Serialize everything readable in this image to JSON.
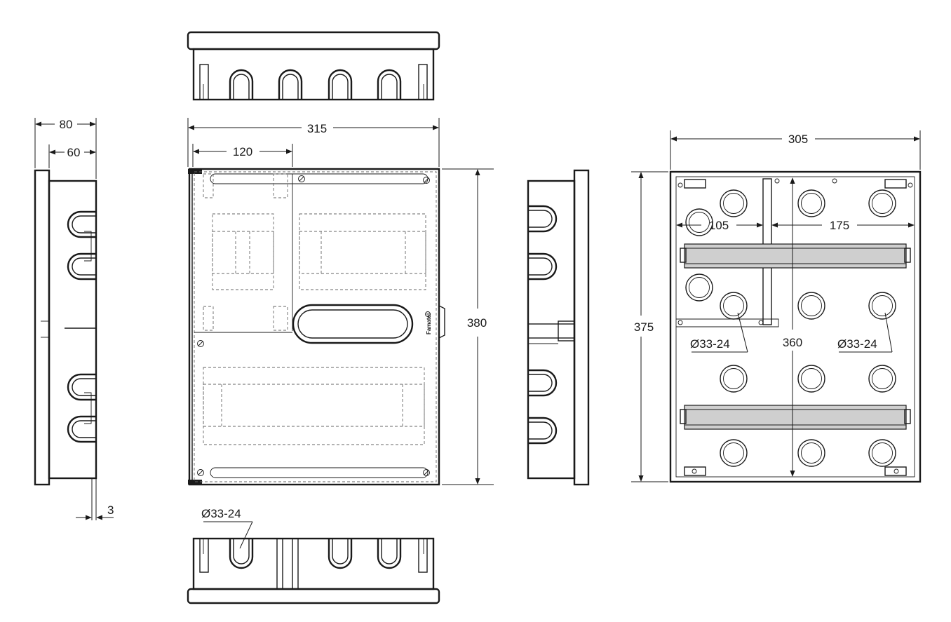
{
  "brand": "Famatel",
  "dimensions": {
    "side_depth_outer": "80",
    "side_depth_inner": "60",
    "side_wall": "3",
    "front_width": "315",
    "front_section": "120",
    "front_height": "380",
    "back_width": "305",
    "back_height": "375",
    "back_inner_height": "360",
    "back_left_span": "105",
    "back_right_span": "175"
  },
  "knockouts": {
    "label_left": "Ø33-24",
    "label_right": "Ø33-24",
    "label_bottom": "Ø33-24"
  },
  "colors": {
    "line": "#1a1a1a",
    "rail_fill": "#cfcfcf"
  }
}
